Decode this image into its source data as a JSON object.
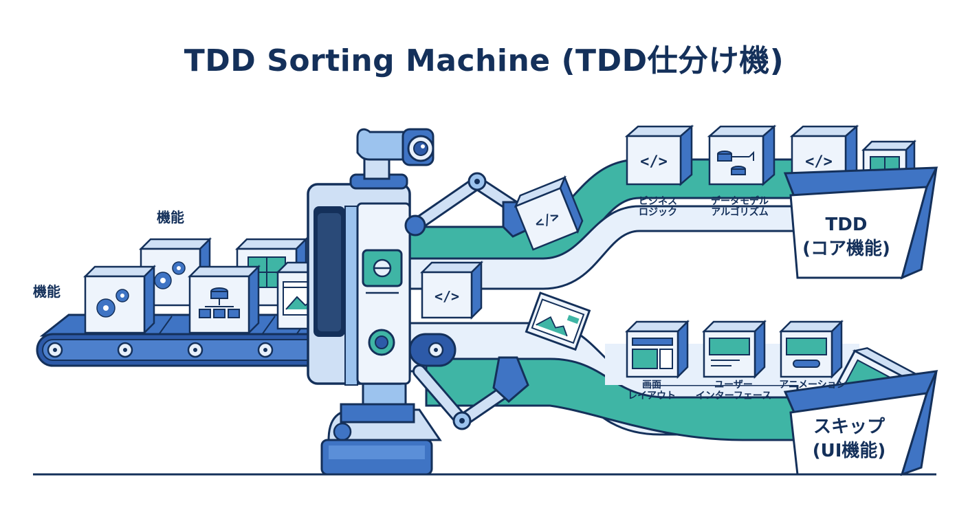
{
  "title": "TDD Sorting Machine (TDD仕分け機)",
  "input": {
    "label_1": "機能",
    "label_2": "機能"
  },
  "core_items": [
    {
      "label_line1": "ビジネス",
      "label_line2": "ロジック"
    },
    {
      "label_line1": "データモデル",
      "label_line2": "アルゴリズム"
    }
  ],
  "ui_items": [
    {
      "label_line1": "画面",
      "label_line2": "レイアウト"
    },
    {
      "label_line1": "ユーザー",
      "label_line2": "インターフェース"
    },
    {
      "label_line1": "アニメーション",
      "label_line2": ""
    }
  ],
  "bins": {
    "tdd": {
      "line1": "TDD",
      "line2": "(コア機能)"
    },
    "skip": {
      "line1": "スキップ",
      "line2": "(UI機能)"
    }
  },
  "colors": {
    "navy": "#14305a",
    "blue": "#3f74c4",
    "light": "#e7f0fb",
    "teal": "#3fb5a5"
  },
  "icons": [
    "gear-icon",
    "database-icon",
    "calculator-icon",
    "screen-icon",
    "code-icon",
    "lens-icon"
  ]
}
